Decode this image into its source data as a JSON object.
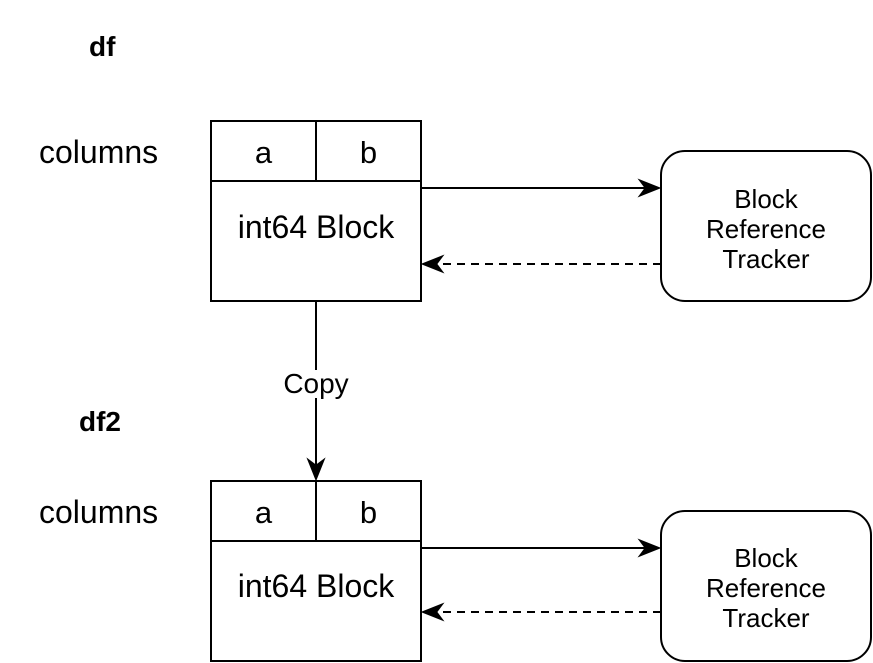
{
  "dataframes": [
    {
      "title": "df",
      "columns_label": "columns",
      "columns": [
        "a",
        "b"
      ],
      "block_label": "int64 Block",
      "tracker_lines": [
        "Block",
        "Reference",
        "Tracker"
      ]
    },
    {
      "title": "df2",
      "columns_label": "columns",
      "columns": [
        "a",
        "b"
      ],
      "block_label": "int64 Block",
      "tracker_lines": [
        "Block",
        "Reference",
        "Tracker"
      ]
    }
  ],
  "copy_label": "Copy"
}
